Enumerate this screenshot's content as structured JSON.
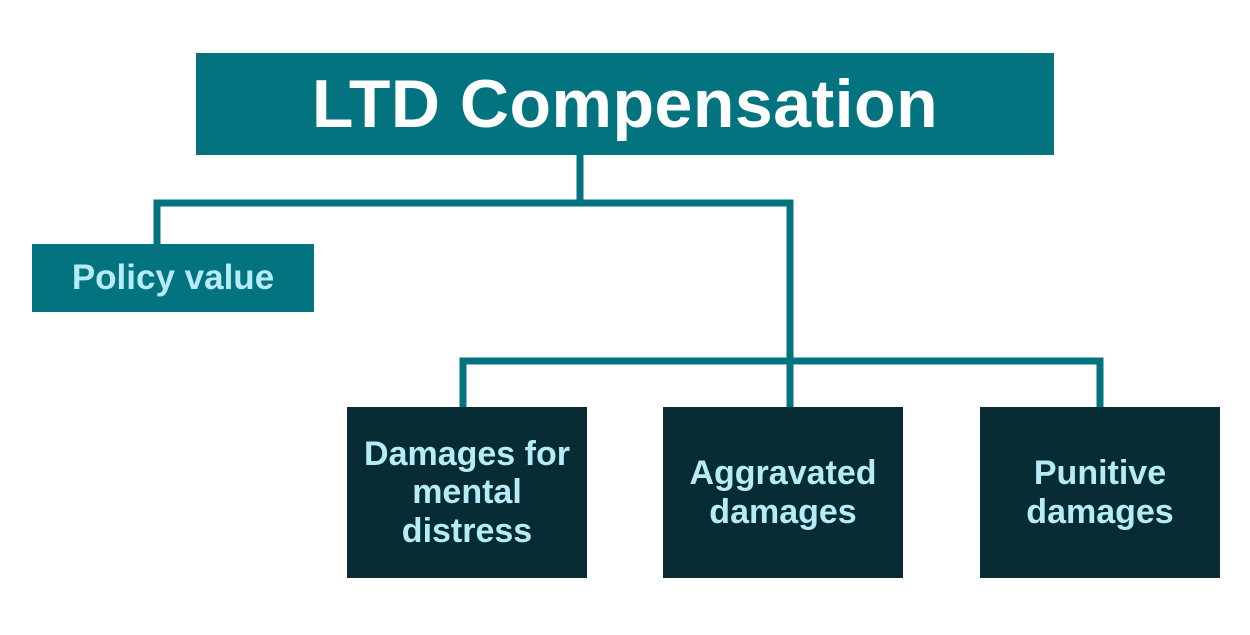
{
  "diagram": {
    "root": {
      "label": "LTD Compensation"
    },
    "nodes": [
      {
        "label": "Policy value"
      },
      {
        "label": "Damages for mental distress"
      },
      {
        "label": "Aggravated damages"
      },
      {
        "label": "Punitive damages"
      }
    ]
  },
  "colors": {
    "teal": "#037380",
    "dark": "#082c33",
    "light_text": "#b5ecf7",
    "white_text": "#ffffff"
  }
}
